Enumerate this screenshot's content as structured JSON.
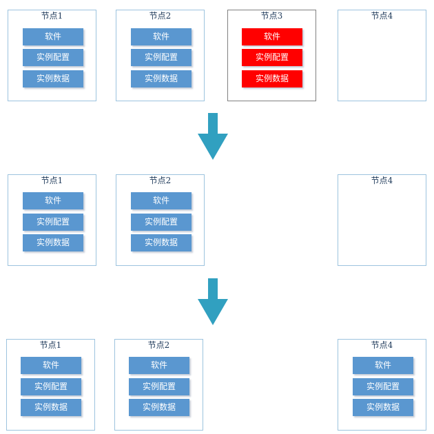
{
  "colors": {
    "block": "#5a97d0",
    "block_failed": "#ff0000",
    "node_border": "#9cc3de",
    "node_border_failed": "#808080",
    "arrow": "#31a0c0"
  },
  "stages": [
    {
      "nodes": [
        {
          "title": "节点1",
          "blocks": [
            "软件",
            "实例配置",
            "实例数据"
          ]
        },
        {
          "title": "节点2",
          "blocks": [
            "软件",
            "实例配置",
            "实例数据"
          ]
        },
        {
          "title": "节点3",
          "blocks": [
            "软件",
            "实例配置",
            "实例数据"
          ]
        },
        {
          "title": "节点4",
          "blocks": []
        }
      ]
    },
    {
      "nodes": [
        {
          "title": "节点1",
          "blocks": [
            "软件",
            "实例配置",
            "实例数据"
          ]
        },
        {
          "title": "节点2",
          "blocks": [
            "软件",
            "实例配置",
            "实例数据"
          ]
        },
        {
          "title": "节点4",
          "blocks": []
        }
      ]
    },
    {
      "nodes": [
        {
          "title": "节点1",
          "blocks": [
            "软件",
            "实例配置",
            "实例数据"
          ]
        },
        {
          "title": "节点2",
          "blocks": [
            "软件",
            "实例配置",
            "实例数据"
          ]
        },
        {
          "title": "节点4",
          "blocks": [
            "软件",
            "实例配置",
            "实例数据"
          ]
        }
      ]
    }
  ],
  "arrow_icon": "arrow-down-icon"
}
